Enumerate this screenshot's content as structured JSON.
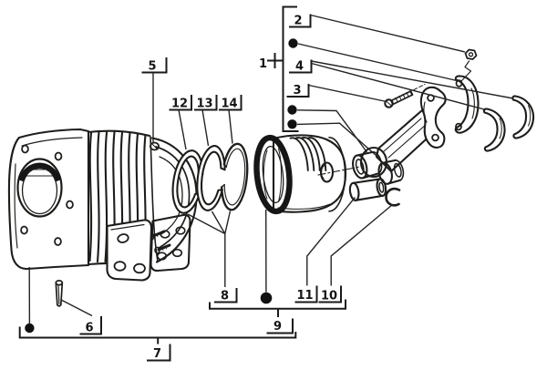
{
  "figure": {
    "background_color": "#ffffff",
    "line_color": "#1d1d1b"
  },
  "callouts": [
    {
      "label": "1"
    },
    {
      "label": "2"
    },
    {
      "label": "3"
    },
    {
      "label": "4"
    },
    {
      "label": "5"
    },
    {
      "label": "6"
    },
    {
      "label": "7"
    },
    {
      "label": "8"
    },
    {
      "label": "9"
    },
    {
      "label": "10"
    },
    {
      "label": "11"
    },
    {
      "label": "12"
    },
    {
      "label": "13"
    },
    {
      "label": "14"
    }
  ]
}
